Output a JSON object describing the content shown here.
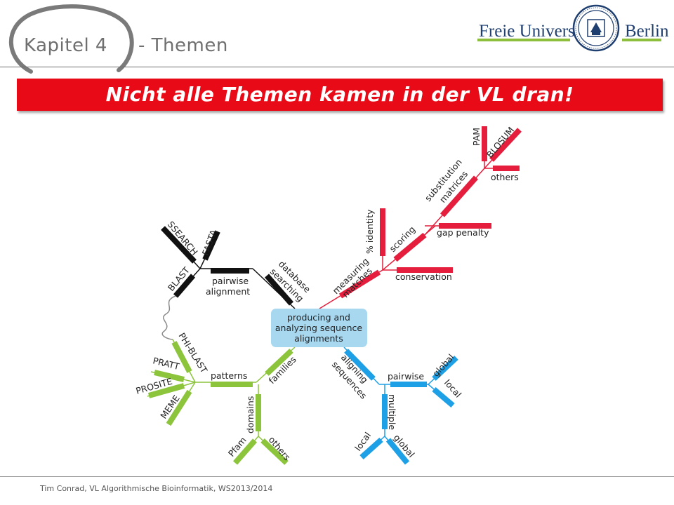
{
  "header": {
    "chapter": "Kapitel 4",
    "topic": "- Themen"
  },
  "logo": {
    "left_text": "Freie Universität",
    "right_text": "Berlin",
    "bar_color": "#8cbe3c",
    "text_color": "#1f3f70"
  },
  "banner": {
    "text": "Nicht alle Themen kamen in der VL dran!",
    "color": "#e80a16"
  },
  "diagram": {
    "center": "producing and analyzing sequence alignments",
    "center_lines": [
      "producing and",
      "analyzing sequence",
      "alignments"
    ],
    "red_branch": {
      "measuring_matches": [
        "measuring",
        "matches"
      ],
      "percent_identity": "% identity",
      "scoring": "scoring",
      "conservation": "conservation",
      "gap_penalty": "gap penalty",
      "substitution_matrices": [
        "substitution",
        "matrices"
      ],
      "pam": "PAM",
      "blosum": "BLOSUM",
      "others": "others",
      "color": "#e41e3c"
    },
    "black_branch": {
      "database_searching": [
        "database",
        "searching"
      ],
      "pairwise_alignment": [
        "pairwise",
        "alignment"
      ],
      "blast": "BLAST",
      "ssearch": "SSEARCH",
      "fasta": "FASTA",
      "color": "#111111"
    },
    "green_branch": {
      "families": "families",
      "patterns": "patterns",
      "phi_blast": "PHI-BLAST",
      "pratt": "PRATT",
      "prosite": "PROSITE",
      "meme": "MEME",
      "domains": "domains",
      "pfam": "Pfam",
      "others": "others",
      "color": "#8cc43c"
    },
    "blue_branch": {
      "aligning_sequences": [
        "aligning",
        "sequences"
      ],
      "pairwise": "pairwise",
      "global_top": "global",
      "local_top": "local",
      "multiple": "multiple",
      "local_bottom": "local",
      "global_bottom": "global",
      "color": "#1ea0e6"
    },
    "center_color": "#a8d8f0"
  },
  "footer": {
    "text": "Tim Conrad, VL Algorithmische Bioinformatik, WS2013/2014"
  }
}
